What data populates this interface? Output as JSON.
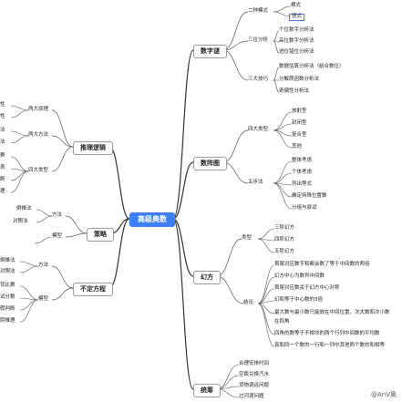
{
  "root": "高级奥数",
  "branches": [
    {
      "label": "数字谜"
    },
    {
      "label": "数阵图"
    },
    {
      "label": "幻方"
    },
    {
      "label": "统筹"
    },
    {
      "label": "推理逻辑"
    },
    {
      "label": "策略"
    },
    {
      "label": "不定方程"
    }
  ],
  "nodes": {
    "s0": "二种模式",
    "s1": "三位分析",
    "s2": "三大技巧",
    "s3": "四大类型",
    "s4": "五步法",
    "s5": "类型",
    "s6": "结论",
    "t0": "横式",
    "t1": "竖式",
    "t2": "个位数字分析法",
    "t3": "高位数字分析法",
    "t4": "进位错位分析法",
    "t5": "数据估算分析法（结合数位）",
    "t6": "分解质因数分析法",
    "t7": "奇偶性分析法",
    "t8": "放射型",
    "t9": "封闭型",
    "t10": "复合型",
    "t11": "其他",
    "t12": "整体考虑",
    "t13": "个体考虑",
    "t14": "列出等式",
    "t15": "确定特殊位置数",
    "t16": "分组与尝试",
    "t17": "三阶幻方",
    "t18": "四阶幻方",
    "t19": "五阶幻方",
    "t20": "首尾对应数字和都会数了等于中间数的两倍",
    "t21": "幻方中心为数列中间数",
    "t22": "首尾对应数关于幻方中心对称",
    "t23": "幻和等于中心数的3倍",
    "t24": "最大数与最小数只能放在中间位置，次大数和次小数",
    "t25": "在四角",
    "t26": "四角的数等于不相邻的两个行列中间数的平均数",
    "t27": "真和同一个数的一行和一列中其他两个数的和相等",
    "t28": "合理安排时间",
    "t29": "空瓶兑换汽水",
    "t30": "货物调运问题",
    "t31": "过河渡问题",
    "L0": "两大原理",
    "L1": "两大方法",
    "L2": "四大类型",
    "L3": "方法",
    "L4": "模型",
    "L5": "方法",
    "L6": "模型",
    "M0": "性",
    "M1": "性",
    "M2": "法",
    "M3": "法",
    "M4": "赛",
    "M5": "表",
    "M6": "断",
    "M7": "理",
    "M8": "倒推法",
    "M9": "对照法",
    "M10": "倒推法",
    "M11": "对照法",
    "M12": "背比赛",
    "M13": "试分数",
    "M14": "假判断",
    "M15": "阴推理"
  },
  "watermark": "@AnV奥"
}
